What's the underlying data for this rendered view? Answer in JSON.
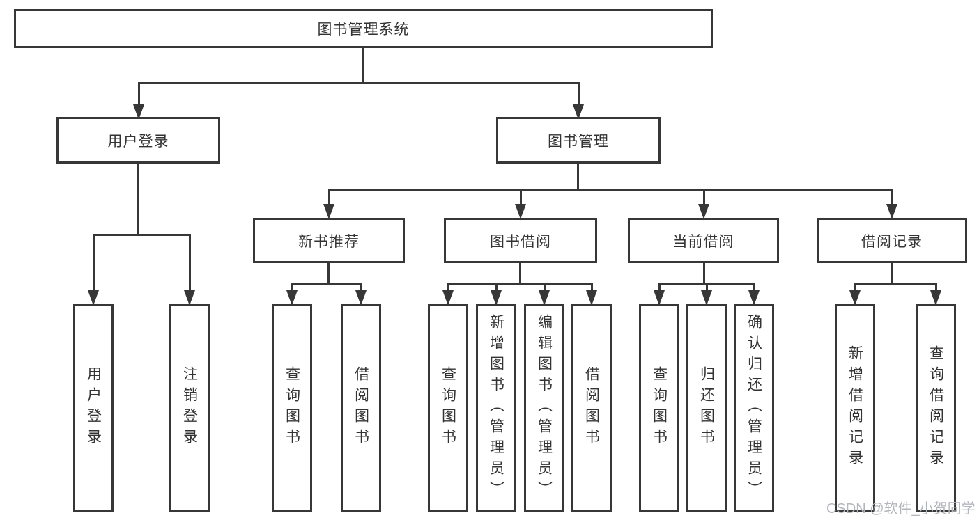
{
  "diagram": {
    "title": "图书管理系统",
    "level2": {
      "user_login": "用户登录",
      "book_mgmt": "图书管理"
    },
    "level3": {
      "new_book_rec": "新书推荐",
      "book_borrow": "图书借阅",
      "current_borrow": "当前借阅",
      "borrow_records": "借阅记录"
    },
    "leaves": {
      "user_login": "用户登录",
      "logout": "注销登录",
      "nbr_query_books": "查询图书",
      "nbr_borrow_books": "借阅图书",
      "bb_query_books": "查询图书",
      "bb_add_book": "新增图书（管理员）",
      "bb_edit_book": "编辑图书（管理员）",
      "bb_borrow_books": "借阅图书",
      "cb_query_books": "查询图书",
      "cb_return_books": "归还图书",
      "cb_confirm_return": "确认归还（管理员）",
      "br_add_record": "新增借阅记录",
      "br_query_record": "查询借阅记录"
    },
    "watermark": "CSDN @软件_小贺同学"
  },
  "colors": {
    "line": "#373737",
    "text": "#333333",
    "watermark": "#b3b7bd",
    "background": "#ffffff"
  }
}
